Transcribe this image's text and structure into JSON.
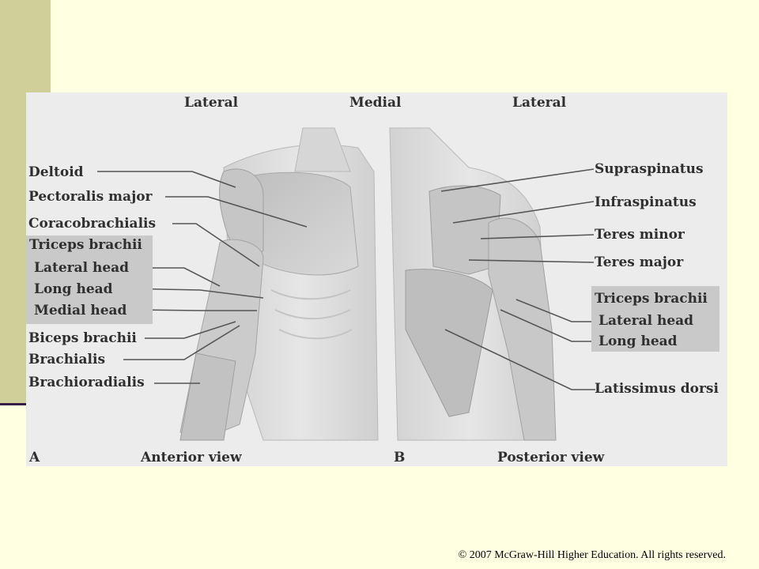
{
  "headers": {
    "lateral_left": "Lateral",
    "medial": "Medial",
    "lateral_right": "Lateral"
  },
  "anterior": {
    "labels": [
      "Deltoid",
      "Pectoralis major",
      "Coracobrachialis"
    ],
    "triceps_group": {
      "title": "Triceps brachii",
      "items": [
        "Lateral head",
        "Long head",
        "Medial head"
      ]
    },
    "labels_lower": [
      "Biceps brachii",
      "Brachialis",
      "Brachioradialis"
    ],
    "panel_letter": "A",
    "view_label": "Anterior view"
  },
  "posterior": {
    "labels": [
      "Supraspinatus",
      "Infraspinatus",
      "Teres minor",
      "Teres major"
    ],
    "triceps_group": {
      "title": "Triceps brachii",
      "items": [
        "Lateral head",
        "Long head"
      ]
    },
    "label_lower": "Latissimus dorsi",
    "panel_letter": "B",
    "view_label": "Posterior view"
  },
  "copyright": "© 2007 McGraw-Hill Higher Education.  All rights reserved."
}
